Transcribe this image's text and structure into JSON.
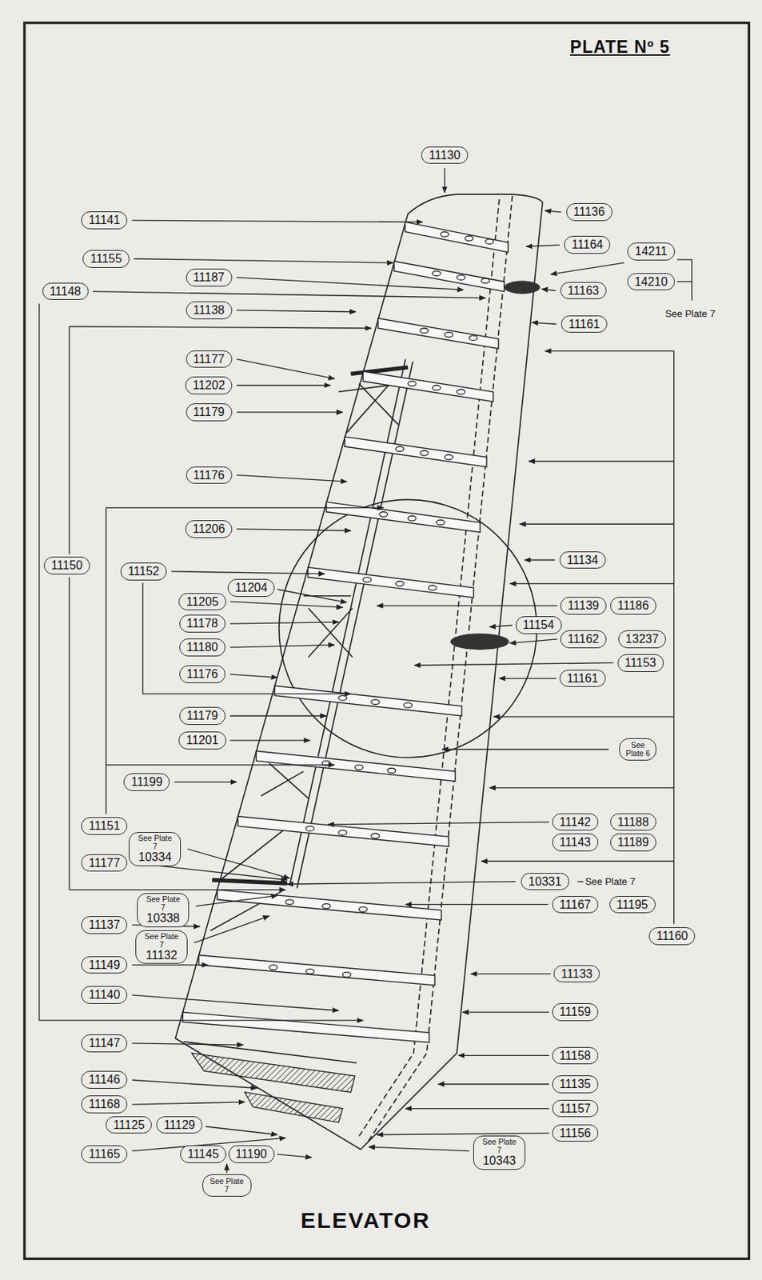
{
  "diagram": {
    "title": "PLATE Nº 5",
    "caption": "ELEVATOR",
    "nodes": [
      {
        "text": [
          "11130"
        ]
      },
      {
        "text": [
          "11141"
        ]
      },
      {
        "text": [
          "11136"
        ]
      },
      {
        "text": [
          "11164"
        ]
      },
      {
        "text": [
          "14211"
        ]
      },
      {
        "text": [
          "11155"
        ]
      },
      {
        "text": [
          "11187"
        ]
      },
      {
        "text": [
          "14210"
        ]
      },
      {
        "text": [
          "11163"
        ]
      },
      {
        "text": [
          "11148"
        ]
      },
      {
        "text": [
          "11138"
        ]
      },
      {
        "text": [
          "11161"
        ]
      },
      {
        "text": [
          "11177"
        ]
      },
      {
        "text": [
          "11202"
        ]
      },
      {
        "text": [
          "11179"
        ]
      },
      {
        "text": [
          "11176"
        ]
      },
      {
        "text": [
          "11206"
        ]
      },
      {
        "text": [
          "11134"
        ]
      },
      {
        "text": [
          "11150"
        ]
      },
      {
        "text": [
          "11152"
        ]
      },
      {
        "text": [
          "11204"
        ]
      },
      {
        "text": [
          "11205"
        ]
      },
      {
        "text": [
          "11139"
        ]
      },
      {
        "text": [
          "11186"
        ]
      },
      {
        "text": [
          "11178"
        ]
      },
      {
        "text": [
          "11154"
        ]
      },
      {
        "text": [
          "11162"
        ]
      },
      {
        "text": [
          "13237"
        ]
      },
      {
        "text": [
          "11180"
        ]
      },
      {
        "text": [
          "11153"
        ]
      },
      {
        "text": [
          "11176"
        ]
      },
      {
        "text": [
          "11161"
        ]
      },
      {
        "text": [
          "11179"
        ]
      },
      {
        "text": [
          "11201"
        ]
      },
      {
        "text": [
          "See Plate 6"
        ]
      },
      {
        "text": [
          "11199"
        ]
      },
      {
        "text": [
          "11142"
        ]
      },
      {
        "text": [
          "11188"
        ]
      },
      {
        "text": [
          "11151"
        ]
      },
      {
        "text": [
          "11143"
        ]
      },
      {
        "text": [
          "11189"
        ]
      },
      {
        "text": [
          "See Plate 7",
          "10334"
        ]
      },
      {
        "text": [
          "11177"
        ]
      },
      {
        "text": [
          "10331"
        ]
      },
      {
        "text": [
          "11167"
        ]
      },
      {
        "text": [
          "11195"
        ]
      },
      {
        "text": [
          "See Plate 7",
          "10338"
        ]
      },
      {
        "text": [
          "11137"
        ]
      },
      {
        "text": [
          "11160"
        ]
      },
      {
        "text": [
          "See Plate 7",
          "11132"
        ]
      },
      {
        "text": [
          "11149"
        ]
      },
      {
        "text": [
          "11133"
        ]
      },
      {
        "text": [
          "11140"
        ]
      },
      {
        "text": [
          "11159"
        ]
      },
      {
        "text": [
          "11147"
        ]
      },
      {
        "text": [
          "11158"
        ]
      },
      {
        "text": [
          "11146"
        ]
      },
      {
        "text": [
          "11135"
        ]
      },
      {
        "text": [
          "11168"
        ]
      },
      {
        "text": [
          "11157"
        ]
      },
      {
        "text": [
          "11125"
        ]
      },
      {
        "text": [
          "11129"
        ]
      },
      {
        "text": [
          "11156"
        ]
      },
      {
        "text": [
          "11165"
        ]
      },
      {
        "text": [
          "11145"
        ]
      },
      {
        "text": [
          "11190"
        ]
      },
      {
        "text": [
          "See Plate 7",
          "10343"
        ]
      },
      {
        "text": [
          "See Plate 7"
        ]
      }
    ],
    "labels": [
      "See Plate 7",
      "See Plate 7"
    ]
  }
}
